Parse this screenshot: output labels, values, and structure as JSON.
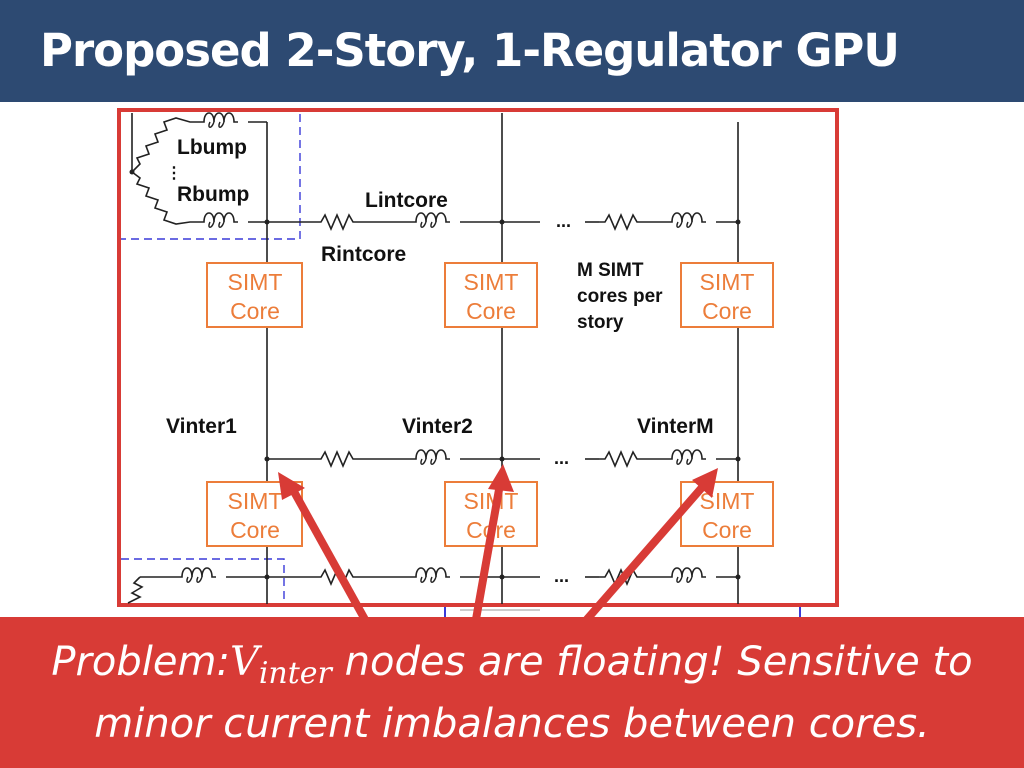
{
  "slide": {
    "title": "Proposed 2-Story, 1-Regulator GPU"
  },
  "diagram": {
    "labels": {
      "lbump": "Lbump",
      "rbump": "Rbump",
      "lintcore": "Lintcore",
      "rintcore": "Rintcore",
      "m_simt_1": "M SIMT",
      "m_simt_2": "cores per",
      "m_simt_3": "story",
      "vinter1": "Vinter1",
      "vinter2": "Vinter2",
      "vinterM": "VinterM",
      "ellipsis": "..."
    },
    "core": {
      "line1": "SIMT",
      "line2": "Core"
    },
    "colors": {
      "frame": "#d83b36",
      "core": "#ec7d3a",
      "wire": "#222222",
      "dashed": "#3a3ad8"
    }
  },
  "banner": {
    "problem_label": "Problem:",
    "var_main": "V",
    "var_sub": "inter",
    "line1_rest": " nodes are floating! Sensitive to",
    "line2": "minor current imbalances between cores."
  }
}
